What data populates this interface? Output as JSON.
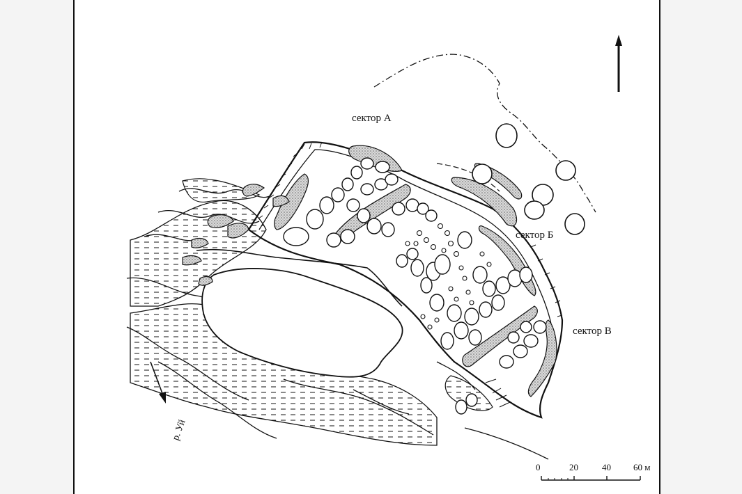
{
  "labels": {
    "sector_a": "сектор А",
    "sector_b": "сектор Б",
    "sector_v": "сектор В",
    "river": "р. Уй"
  },
  "scale": {
    "ticks": [
      "0",
      "20",
      "40",
      "60 м"
    ]
  },
  "icons": {
    "north": "north-arrow-icon",
    "flow": "river-flow-arrow-icon"
  },
  "colors": {
    "ink": "#111111",
    "paper": "#ffffff",
    "stipple": "#bdbdbd"
  }
}
